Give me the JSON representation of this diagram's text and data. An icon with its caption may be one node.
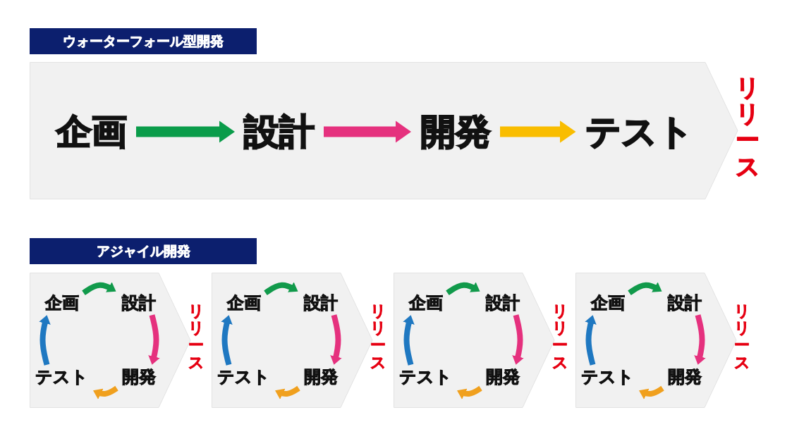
{
  "diagram": {
    "nodes": [
      {
        "text": [
          "ウォーターフォール型開発"
        ]
      },
      {
        "text": [],
        "shape": "chevron",
        "beside": [
          "リリース"
        ]
      },
      {
        "text": [
          "企画"
        ],
        "in": 1
      },
      {
        "text": [
          "設計"
        ],
        "in": 1
      },
      {
        "text": [
          "開発"
        ],
        "in": 1
      },
      {
        "text": [
          "テスト"
        ],
        "in": 1
      },
      {
        "text": [
          "アジャイル開発"
        ]
      },
      {
        "text": [],
        "shape": "chevron",
        "beside": [
          "リリース"
        ]
      },
      {
        "text": [
          "企画"
        ],
        "in": 7
      },
      {
        "text": [
          "設計"
        ],
        "in": 7
      },
      {
        "text": [
          "テスト"
        ],
        "in": 7
      },
      {
        "text": [
          "開発"
        ],
        "in": 7
      },
      {
        "text": [],
        "shape": "chevron",
        "beside": [
          "リリース"
        ]
      },
      {
        "text": [
          "企画"
        ],
        "in": 12
      },
      {
        "text": [
          "設計"
        ],
        "in": 12
      },
      {
        "text": [
          "テスト"
        ],
        "in": 12
      },
      {
        "text": [
          "開発"
        ],
        "in": 12
      },
      {
        "text": [],
        "shape": "chevron",
        "beside": [
          "リリース"
        ]
      },
      {
        "text": [
          "企画"
        ],
        "in": 17
      },
      {
        "text": [
          "設計"
        ],
        "in": 17
      },
      {
        "text": [
          "テスト"
        ],
        "in": 17
      },
      {
        "text": [
          "開発"
        ],
        "in": 17
      },
      {
        "text": [],
        "shape": "chevron",
        "beside": [
          "リリース"
        ]
      },
      {
        "text": [
          "企画"
        ],
        "in": 22
      },
      {
        "text": [
          "設計"
        ],
        "in": 22
      },
      {
        "text": [
          "テスト"
        ],
        "in": 22
      },
      {
        "text": [
          "開発"
        ],
        "in": 22
      }
    ],
    "edges": [
      {
        "from": 2,
        "to": 3,
        "arrow": "to",
        "color": "#0a9c4a"
      },
      {
        "from": 3,
        "to": 4,
        "arrow": "to",
        "color": "#e5317e"
      },
      {
        "from": 4,
        "to": 5,
        "arrow": "to",
        "color": "#f9bd00"
      },
      {
        "from": 8,
        "to": 9,
        "arrow": "to",
        "color": "#119a4b"
      },
      {
        "from": 9,
        "to": 11,
        "arrow": "to",
        "color": "#e5317e"
      },
      {
        "from": 11,
        "to": 10,
        "arrow": "to",
        "color": "#f0a01e"
      },
      {
        "from": 10,
        "to": 8,
        "arrow": "to",
        "color": "#1f78c1"
      },
      {
        "from": 13,
        "to": 14,
        "arrow": "to",
        "color": "#119a4b"
      },
      {
        "from": 14,
        "to": 16,
        "arrow": "to",
        "color": "#e5317e"
      },
      {
        "from": 16,
        "to": 15,
        "arrow": "to",
        "color": "#f0a01e"
      },
      {
        "from": 15,
        "to": 13,
        "arrow": "to",
        "color": "#1f78c1"
      },
      {
        "from": 18,
        "to": 19,
        "arrow": "to",
        "color": "#119a4b"
      },
      {
        "from": 19,
        "to": 21,
        "arrow": "to",
        "color": "#e5317e"
      },
      {
        "from": 21,
        "to": 20,
        "arrow": "to",
        "color": "#f0a01e"
      },
      {
        "from": 20,
        "to": 18,
        "arrow": "to",
        "color": "#1f78c1"
      },
      {
        "from": 23,
        "to": 24,
        "arrow": "to",
        "color": "#119a4b"
      },
      {
        "from": 24,
        "to": 26,
        "arrow": "to",
        "color": "#e5317e"
      },
      {
        "from": 26,
        "to": 25,
        "arrow": "to",
        "color": "#f0a01e"
      },
      {
        "from": 25,
        "to": 23,
        "arrow": "to",
        "color": "#1f78c1"
      }
    ]
  }
}
